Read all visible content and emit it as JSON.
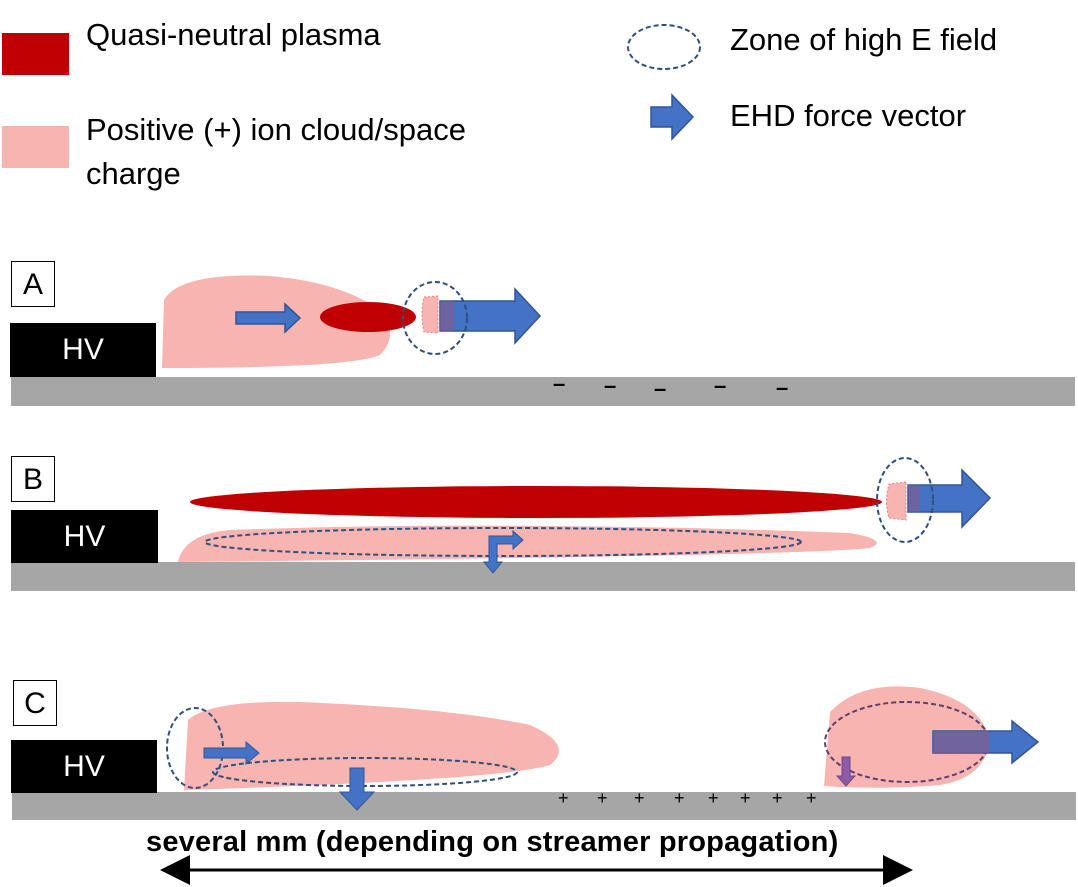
{
  "legend": {
    "plasma": "Quasi-neutral plasma",
    "ion_cloud_line1": "Positive (+) ion cloud/space",
    "ion_cloud_line2": "charge",
    "high_field": "Zone of high E field",
    "ehd": "EHD force vector"
  },
  "panels": {
    "a": {
      "label": "A",
      "electrode": "HV",
      "surface_charges": [
        "–",
        "–",
        "–",
        "–",
        "–"
      ]
    },
    "b": {
      "label": "B",
      "electrode": "HV"
    },
    "c": {
      "label": "C",
      "electrode": "HV",
      "surface_charges": [
        "+",
        "+",
        "+",
        "+",
        "+",
        "+",
        "+",
        "+"
      ]
    }
  },
  "caption": "several mm (depending on streamer propagation)",
  "colors": {
    "plasma": "#c00000",
    "ion_cloud": "#f8b4b0",
    "arrow": "#4472c4",
    "dashed": "#2f4f7f",
    "dielectric": "#a6a6a6",
    "electrode": "#000000"
  }
}
